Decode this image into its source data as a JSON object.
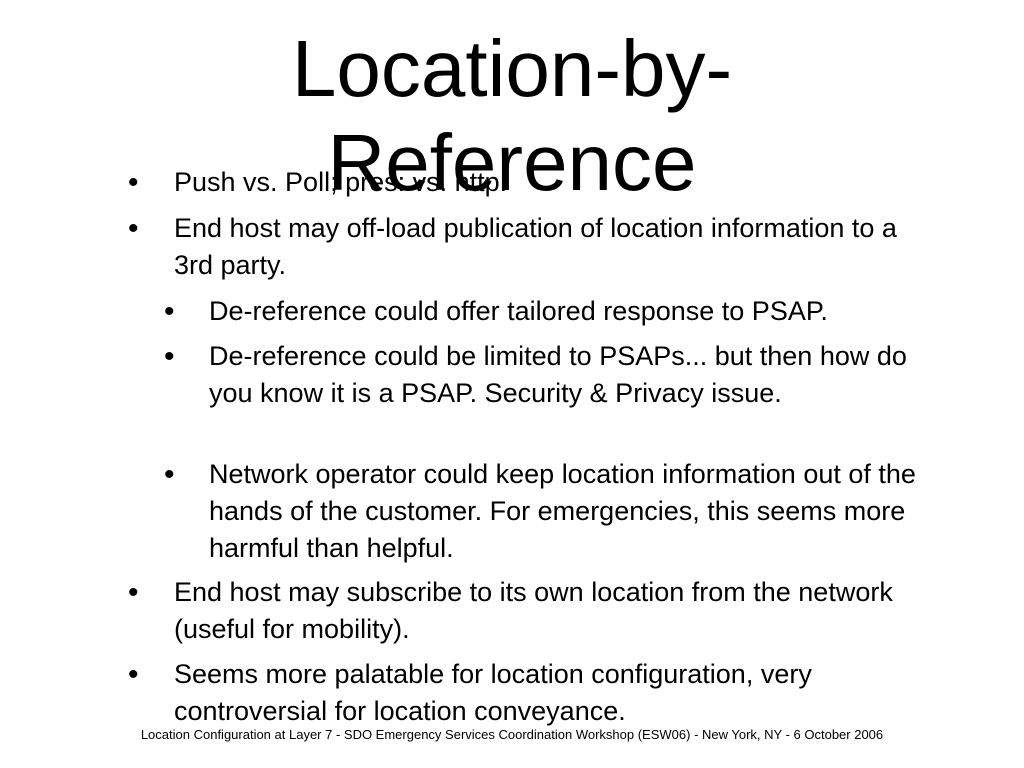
{
  "slide": {
    "title_line1": "Location-by-",
    "title_line2": "Reference",
    "bullets": [
      {
        "level": 1,
        "text": "Push vs. Poll; pres: vs. http:"
      },
      {
        "level": 1,
        "text": "End host may off-load publication of location information to a 3rd party."
      },
      {
        "level": 2,
        "text": "De-reference could offer tailored response to PSAP."
      },
      {
        "level": 2,
        "text": "De-reference could be limited to PSAPs... but then how do you know it is a PSAP.  Security & Privacy issue."
      },
      {
        "level": 2,
        "text": "Network operator could keep location information out of the hands of the customer.  For emergencies, this seems more harmful than helpful."
      },
      {
        "level": 1,
        "text": "End host may subscribe to its own location from the network (useful for mobility)."
      },
      {
        "level": 1,
        "text": "Seems more palatable for location configuration, very controversial for location conveyance."
      }
    ],
    "footer": "Location Configuration at Layer 7 - SDO Emergency Services Coordination Workshop (ESW06) - New York, NY - 6 October 2006",
    "bullet_glyph": "•"
  }
}
